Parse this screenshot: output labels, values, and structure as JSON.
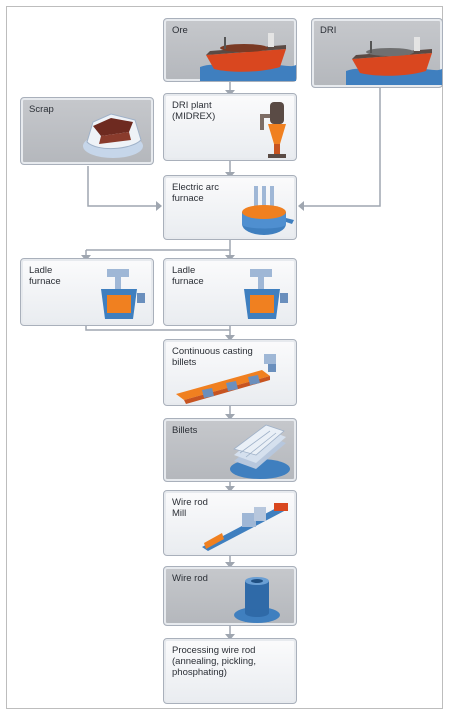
{
  "nodes": {
    "ore": "Ore",
    "dri": "DRI",
    "scrap": "Scrap",
    "dri_plant": "DRI plant\n(MIDREX)",
    "eaf": "Electric arc\nfurnace",
    "ladle1": "Ladle\nfurnace",
    "ladle2": "Ladle\nfurnace",
    "casting": "Continuous casting\nbillets",
    "billets": "Billets",
    "wire_mill": "Wire rod\nMill",
    "wire_rod": "Wire rod",
    "processing": "Processing wire rod\n(annealing, pickling,\nphosphating)"
  },
  "colors": {
    "connector": "#9fa6b0",
    "hull": "#d9471f",
    "water": "#3f7fbf",
    "ore_pile": "#7a3a24",
    "hot_metal": "#f08020"
  },
  "icons": {
    "ore": "ore-ship-icon",
    "dri": "dri-ship-icon",
    "scrap": "scrap-pile-icon",
    "dri_plant": "midrex-tower-icon",
    "eaf": "arc-furnace-icon",
    "ladle": "ladle-furnace-icon",
    "casting": "caster-icon",
    "billets": "billet-stack-icon",
    "wire_mill": "rolling-mill-icon",
    "wire_rod": "wire-coil-icon"
  }
}
